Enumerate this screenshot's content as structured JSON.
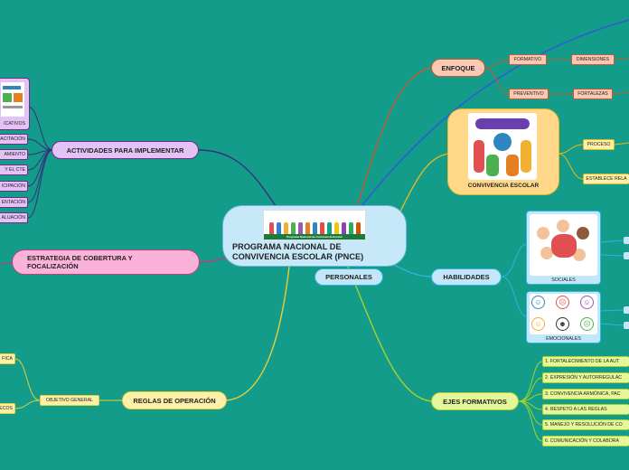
{
  "central": {
    "title": "PROGRAMA NACIONAL DE CONVIVENCIA ESCOLAR (PNCE)",
    "banner_caption": "Programa Nacional de Convivencia Escolar"
  },
  "branches": {
    "enfoque": "ENFOQUE",
    "formativo": "FORMATIVO",
    "dimensiones": "DIMENSIONES",
    "preventivo": "PREVENTIVO",
    "fortalezas": "FORTALEZAS",
    "convivencia_escolar": "CONVIVENCIA ESCOLAR",
    "proceso": "PROCESO",
    "establece": "ESTABLECE RELA",
    "habilidades": "HABILIDADES",
    "personales": "PERSONALES",
    "sociales": "SOCIALES",
    "emocionales": "EMOCIONALES",
    "ejes_formativos": "EJES FORMATIVOS",
    "reglas": "REGLAS DE OPERACIÓN",
    "objetivo_general": "OBJETIVO GENERAL",
    "estrategia": "ESTRATEGIA DE COBERTURA Y FOCALIZACIÓN",
    "actividades": "ACTIVIDADES PARA IMPLEMENTAR",
    "left_fica": "FICA",
    "left_recos": "RECOS"
  },
  "ejes": [
    "1. FORTALECIMIENTO DE LA AUT",
    "2. EXPRESIÓN Y AUTORREGULAC",
    "3. CONVIVENCIA ARMÓNICA, PAC",
    "4. RESPETO A LAS REGLAS",
    "5. MANEJO Y RESOLUCIÓN DE CO",
    "6. COMUNICACIÓN Y COLABORA"
  ],
  "actividades_items": [
    "ICATIVOS",
    "ACITACIÓN",
    "AMIENTO",
    "Y EL CTE",
    "ICIPACIÓN",
    "ENTACIÓN",
    "ALUACIÓN"
  ],
  "colors": {
    "background": "#139c8a",
    "central_fill": "#c7e8f9",
    "enfoque_fill": "#f9c9b4",
    "yellow_fill": "#fff0a8",
    "green_fill": "#e4f79a",
    "pink_fill": "#fbb2d9",
    "violet_fill": "#e4c2f5",
    "blue_fill": "#c3e6f9"
  }
}
